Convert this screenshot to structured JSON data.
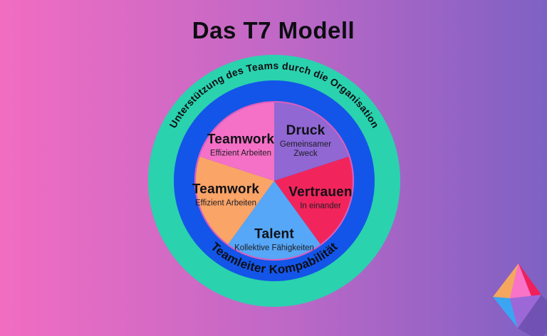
{
  "title": "Das T7 Modell",
  "diagram": {
    "outer_ring_label": "Unterstützung des Teams durch die Organisation",
    "inner_ring_label": "Teamleiter Kompabilität",
    "colors": {
      "outer_ring": "#2ad2ae",
      "inner_ring": "#1355e8",
      "pie_outline": "#d55fc0",
      "background_left": "#f16dc2",
      "background_right": "#7e61c4",
      "text": "#0d0d12"
    },
    "segments": [
      {
        "label": "Druck",
        "sublabel": "Gemeinsamer Zweck",
        "color": "#9067d3"
      },
      {
        "label": "Vertrauen",
        "sublabel": "In einander",
        "color": "#f1255c"
      },
      {
        "label": "Talent",
        "sublabel": "Kollektive Fähigkeiten",
        "color": "#56a7f7"
      },
      {
        "label": "Teamwork",
        "sublabel": "Effizient Arbeiten",
        "color": "#fba467"
      },
      {
        "label": "Teamwork",
        "sublabel": "Effizient Arbeiten",
        "color": "#f571c7"
      }
    ]
  },
  "logo": {
    "facet_top_left": "#f5a75f",
    "facet_top_mid": "#f973c8",
    "facet_top_right": "#f0205a",
    "facet_bottom_left": "#3ba5f4",
    "facet_bottom_mid": "#9c68d8",
    "shadow": "#5f44a2"
  }
}
